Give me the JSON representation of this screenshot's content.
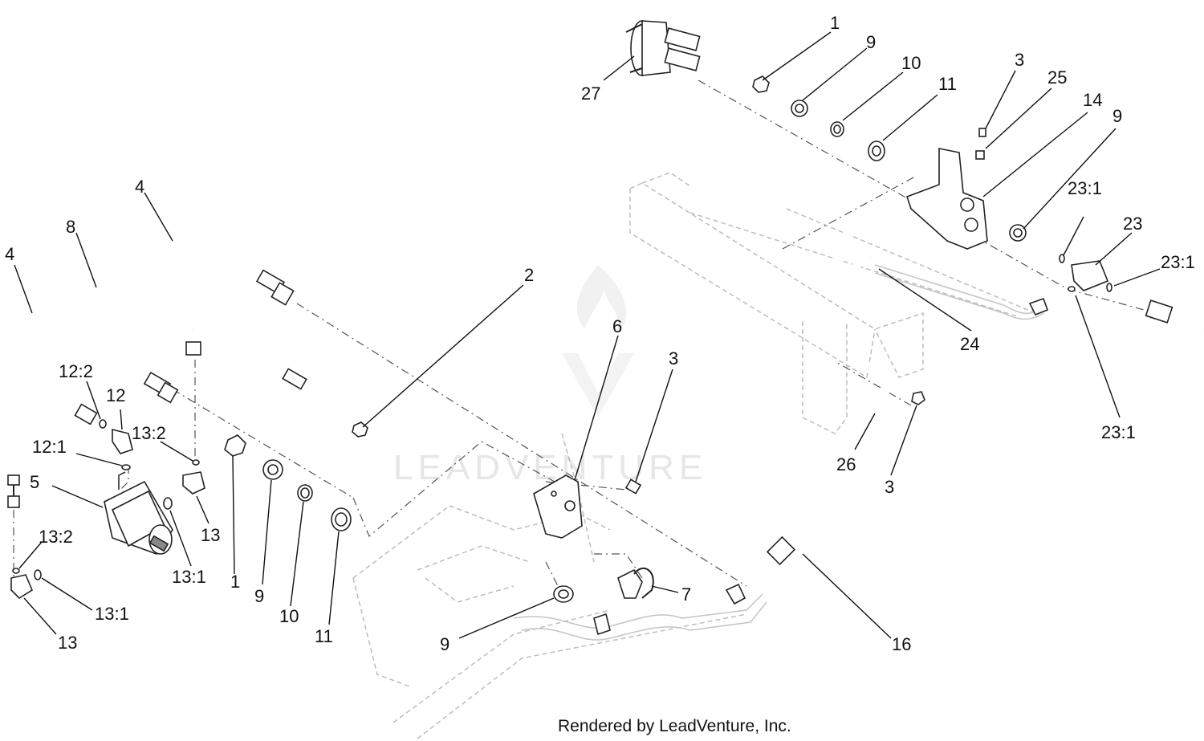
{
  "labels": [
    {
      "id": "l27",
      "text": "27"
    },
    {
      "id": "l1a",
      "text": "1"
    },
    {
      "id": "l9a",
      "text": "9"
    },
    {
      "id": "l10a",
      "text": "10"
    },
    {
      "id": "l11a",
      "text": "11"
    },
    {
      "id": "l3a",
      "text": "3"
    },
    {
      "id": "l25",
      "text": "25"
    },
    {
      "id": "l14",
      "text": "14"
    },
    {
      "id": "l9b",
      "text": "9"
    },
    {
      "id": "l23_1a",
      "text": "23:1"
    },
    {
      "id": "l23",
      "text": "23"
    },
    {
      "id": "l23_1b",
      "text": "23:1"
    },
    {
      "id": "l24",
      "text": "24"
    },
    {
      "id": "l23_1c",
      "text": "23:1"
    },
    {
      "id": "l4a",
      "text": "4"
    },
    {
      "id": "l8",
      "text": "8"
    },
    {
      "id": "l4b",
      "text": "4"
    },
    {
      "id": "l2",
      "text": "2"
    },
    {
      "id": "l6",
      "text": "6"
    },
    {
      "id": "l3b",
      "text": "3"
    },
    {
      "id": "l12_2",
      "text": "12:2"
    },
    {
      "id": "l12",
      "text": "12"
    },
    {
      "id": "l13_2a",
      "text": "13:2"
    },
    {
      "id": "l12_1",
      "text": "12:1"
    },
    {
      "id": "l5",
      "text": "5"
    },
    {
      "id": "l13a",
      "text": "13"
    },
    {
      "id": "l13_2b",
      "text": "13:2"
    },
    {
      "id": "l13_1a",
      "text": "13:1"
    },
    {
      "id": "l1b",
      "text": "1"
    },
    {
      "id": "l9c",
      "text": "9"
    },
    {
      "id": "l10b",
      "text": "10"
    },
    {
      "id": "l11b",
      "text": "11"
    },
    {
      "id": "l13_1b",
      "text": "13:1"
    },
    {
      "id": "l13b",
      "text": "13"
    },
    {
      "id": "l26",
      "text": "26"
    },
    {
      "id": "l3c",
      "text": "3"
    },
    {
      "id": "l7",
      "text": "7"
    },
    {
      "id": "l9d",
      "text": "9"
    },
    {
      "id": "l16",
      "text": "16"
    }
  ],
  "watermark": "LEADVENTURE",
  "credit": "Rendered by LeadVenture, Inc."
}
